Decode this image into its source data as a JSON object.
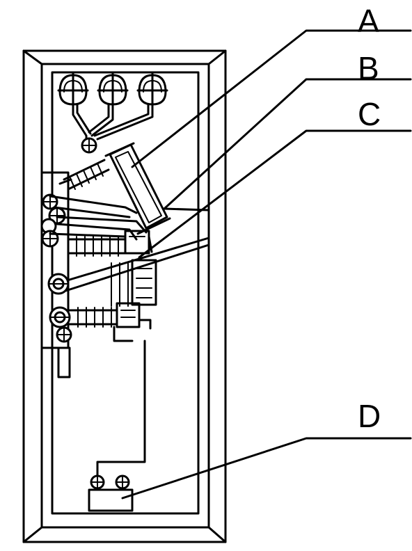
{
  "figure": {
    "callouts": [
      {
        "id": "A",
        "label": "A"
      },
      {
        "id": "B",
        "label": "B"
      },
      {
        "id": "C",
        "label": "C"
      },
      {
        "id": "D",
        "label": "D"
      }
    ]
  },
  "colors": {
    "line": "#000000",
    "background": "#ffffff"
  }
}
